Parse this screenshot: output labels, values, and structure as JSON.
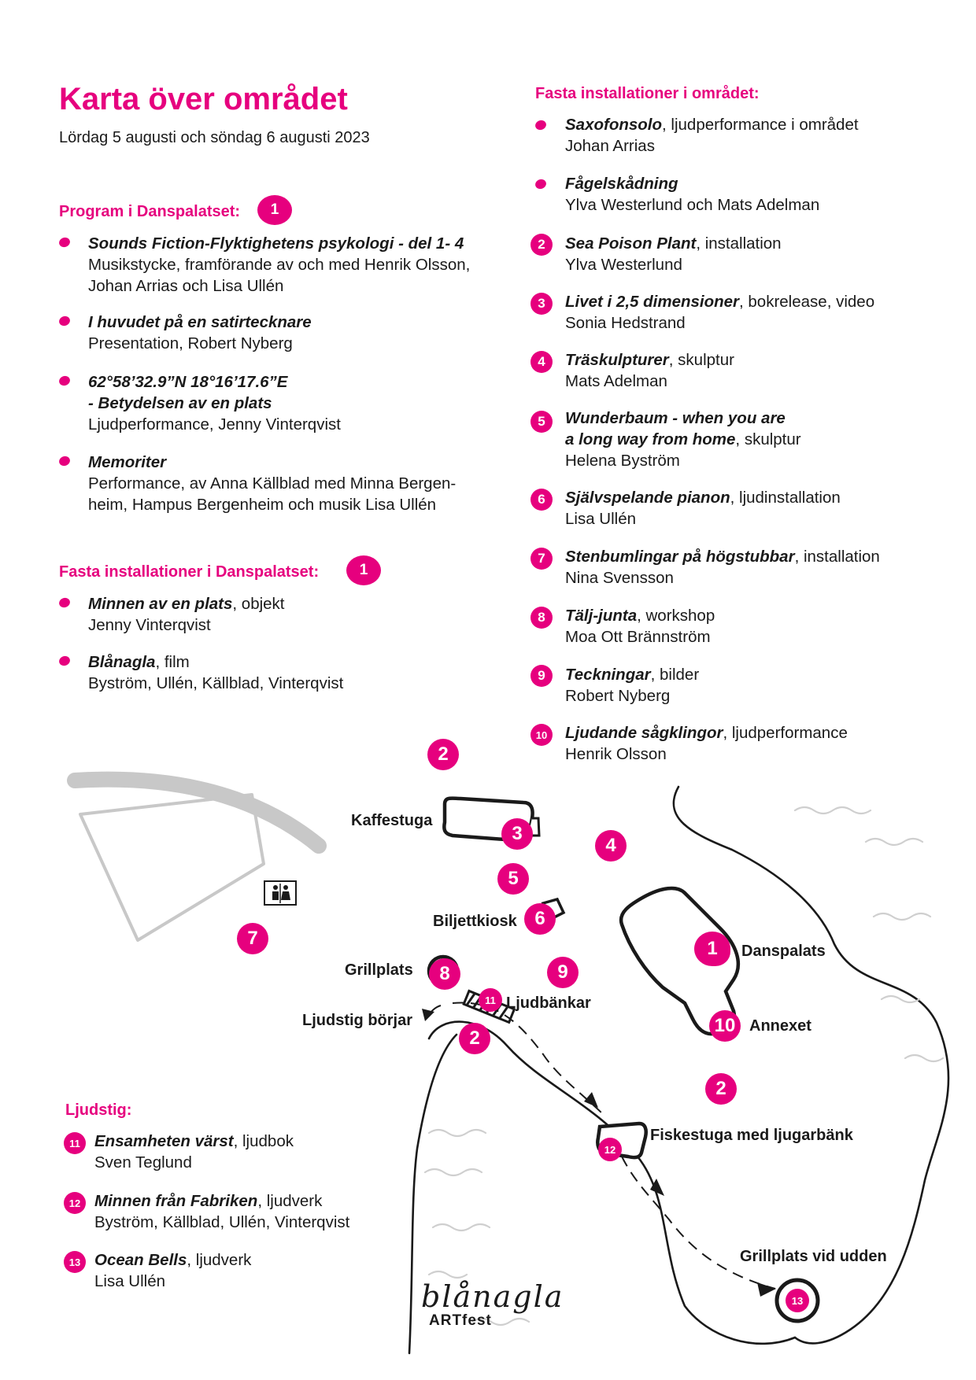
{
  "title": "Karta över området",
  "subtitle": "Lördag 5 augusti och söndag 6 augusti 2023",
  "program": {
    "heading": "Program i Danspalatset:",
    "badge": "1",
    "items": [
      {
        "title": "Sounds Fiction-Flyktighetens psykologi - del 1- 4",
        "lines": [
          "Musikstycke, framförande av och med Henrik Olsson,",
          "Johan Arrias och Lisa Ullén"
        ]
      },
      {
        "title": "I huvudet på en satirtecknare",
        "lines": [
          "Presentation, Robert Nyberg"
        ]
      },
      {
        "title": "62°58’32.9”N 18°16’17.6”E",
        "title2": "- Betydelsen av en plats",
        "lines": [
          "Ljudperformance, Jenny Vinterqvist"
        ]
      },
      {
        "title": "Memoriter",
        "lines": [
          "Performance, av Anna Källblad med Minna Bergen-",
          "heim, Hampus Bergenheim och musik Lisa Ullén"
        ]
      }
    ]
  },
  "fasta_dans": {
    "heading": "Fasta installationer i Danspalatset:",
    "badge": "1",
    "items": [
      {
        "title": "Minnen av en plats",
        "type": ", objekt",
        "lines": [
          "Jenny Vinterqvist"
        ]
      },
      {
        "title": "Blånagla",
        "type": ", film",
        "lines": [
          "Byström, Ullén, Källblad, Vinterqvist"
        ]
      }
    ]
  },
  "ljudstig": {
    "heading": "Ljudstig:",
    "items": [
      {
        "num": "11",
        "title": "Ensamheten värst",
        "type": ", ljudbok",
        "lines": [
          "Sven Teglund"
        ]
      },
      {
        "num": "12",
        "title": "Minnen från Fabriken",
        "type": ", ljudverk",
        "lines": [
          "Byström, Källblad, Ullén, Vinterqvist"
        ]
      },
      {
        "num": "13",
        "title": "Ocean Bells",
        "type": ", ljudverk",
        "lines": [
          "Lisa Ullén"
        ]
      }
    ]
  },
  "fasta_omr": {
    "heading": "Fasta installationer i området:",
    "items": [
      {
        "num": "",
        "title": "Saxofonsolo",
        "type": ", ljudperformance i området",
        "lines": [
          "Johan Arrias"
        ]
      },
      {
        "num": "",
        "title": "Fågelskådning",
        "type": "",
        "lines": [
          "Ylva Westerlund och Mats Adelman"
        ]
      },
      {
        "num": "2",
        "title": "Sea Poison Plant",
        "type": ", installation",
        "lines": [
          "Ylva Westerlund"
        ]
      },
      {
        "num": "3",
        "title": "Livet i 2,5 dimensioner",
        "type": ", bokrelease, video",
        "lines": [
          "Sonia Hedstrand"
        ]
      },
      {
        "num": "4",
        "title": "Träskulpturer",
        "type": ", skulptur",
        "lines": [
          "Mats Adelman"
        ]
      },
      {
        "num": "5",
        "title": "Wunderbaum - when you are",
        "title2": "a long way from home",
        "type": ", skulptur",
        "lines": [
          "Helena Byström"
        ]
      },
      {
        "num": "6",
        "title": "Självspelande pianon",
        "type": ", ljudinstallation",
        "lines": [
          "Lisa Ullén"
        ]
      },
      {
        "num": "7",
        "title": "Stenbumlingar på högstubbar",
        "type": ", installation",
        "lines": [
          "Nina Svensson"
        ]
      },
      {
        "num": "8",
        "title": "Tälj-junta",
        "type": ", workshop",
        "lines": [
          "Moa Ott Brännström"
        ]
      },
      {
        "num": "9",
        "title": "Teckningar",
        "type": ", bilder",
        "lines": [
          "Robert Nyberg"
        ]
      },
      {
        "num": "10",
        "title": "Ljudande sågklingor",
        "type": ", ljudperformance",
        "lines": [
          "Henrik Olsson"
        ]
      }
    ]
  },
  "map": {
    "labels": {
      "kaffestuga": "Kaffestuga",
      "biljettkiosk": "Biljettkiosk",
      "grillplats": "Grillplats",
      "ljudbankar": "Ljudbänkar",
      "ljudstig_borjar": "Ljudstig börjar",
      "danspalats": "Danspalats",
      "annexet": "Annexet",
      "fiskestuga": "Fiskestuga med ljugarbänk",
      "grillplats_udden": "Grillplats vid udden"
    },
    "markers": {
      "m2a": "2",
      "m2b": "2",
      "m2c": "2",
      "m3": "3",
      "m4": "4",
      "m5": "5",
      "m6": "6",
      "m7": "7",
      "m8": "8",
      "m9": "9",
      "m1": "1",
      "m10": "10",
      "m11": "11",
      "m12": "12",
      "m13": "13"
    }
  },
  "logo": {
    "script": "blånagla",
    "line": "ARTfest"
  },
  "colors": {
    "accent": "#e6007e",
    "ink": "#1a1a1a",
    "road": "#c8c8c8",
    "water": "#cfcfcf"
  }
}
